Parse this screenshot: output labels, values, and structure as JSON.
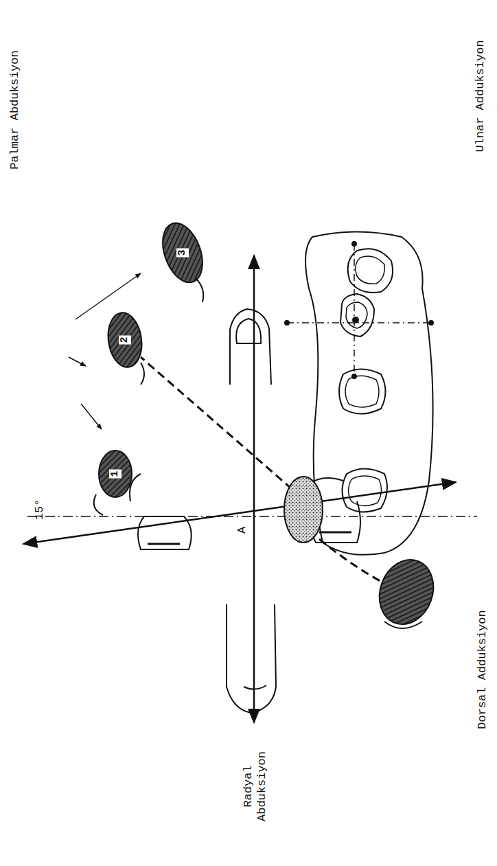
{
  "diagram": {
    "labels": [
      "Palmar Abduksiyon",
      "Ulnar Adduksiyon",
      "Dorsal Adduksiyon",
      "Radyal Abduksiyon",
      "15°",
      "A",
      "1",
      "2",
      "3"
    ]
  }
}
